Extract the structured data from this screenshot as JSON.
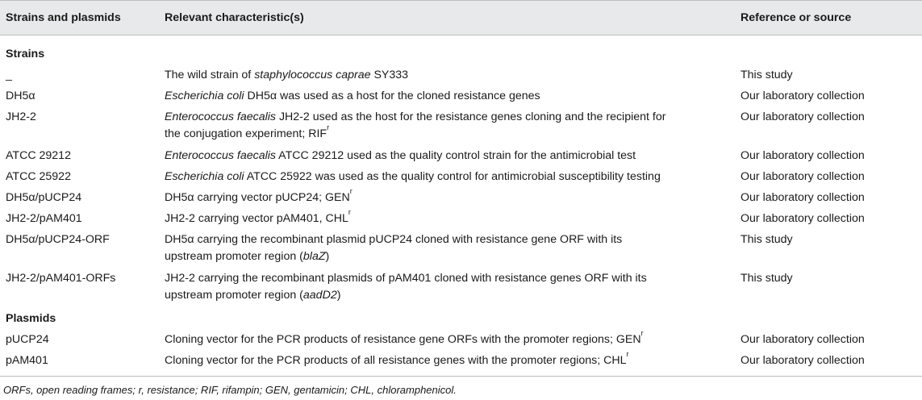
{
  "header": {
    "col1": "Strains and plasmids",
    "col2": "Relevant characteristic(s)",
    "col3": "Reference or source"
  },
  "sections": {
    "strains": "Strains",
    "plasmids": "Plasmids"
  },
  "rows": [
    {
      "name": "_",
      "desc_pre": "The wild strain of ",
      "desc_ital": "staphylococcus caprae",
      "desc_post": " SY333",
      "source": "This study"
    },
    {
      "name": "DH5α",
      "desc_ital": "Escherichia coli",
      "desc_post": " DH5α was used as a host for the cloned resistance genes",
      "source": "Our laboratory collection"
    },
    {
      "name": "JH2-2",
      "desc_ital": "Enterococcus faecalis",
      "desc_post": " JH2-2 used as the host for the resistance genes cloning and the recipient for",
      "desc_line2": "the conjugation experiment; RIF",
      "desc_line2_sup": "r",
      "source": "Our laboratory collection"
    },
    {
      "name": "ATCC 29212",
      "desc_ital": "Enterococcus faecalis",
      "desc_post": " ATCC 29212 used as the quality control strain for the antimicrobial test",
      "source": "Our laboratory collection"
    },
    {
      "name": "ATCC 25922",
      "desc_ital": "Escherichia coli",
      "desc_post": " ATCC 25922 was used as the quality control for antimicrobial susceptibility testing",
      "source": "Our laboratory collection"
    },
    {
      "name": "DH5α/pUCP24",
      "desc_pre": "DH5α carrying vector pUCP24; GEN",
      "desc_sup": "r",
      "source": "Our laboratory collection"
    },
    {
      "name": "JH2-2/pAM401",
      "desc_pre": "JH2-2 carrying vector pAM401, CHL",
      "desc_sup": "r",
      "source": "Our laboratory collection"
    },
    {
      "name": "DH5α/pUCP24-ORF",
      "desc_pre": "DH5α carrying the recombinant plasmid pUCP24 cloned with resistance gene ORF with its",
      "desc_line2": "upstream promoter region (",
      "desc_line2_ital": "blaZ",
      "desc_line2_post": ")",
      "source": "This study"
    },
    {
      "name": "JH2-2/pAM401-ORFs",
      "desc_pre": "JH2-2 carrying the recombinant plasmids of pAM401 cloned with resistance genes ORF with its",
      "desc_line2": "upstream promoter region (",
      "desc_line2_ital": "aadD2",
      "desc_line2_post": ")",
      "source": "This study"
    },
    {
      "name": "pUCP24",
      "desc_pre": "Cloning vector for the PCR products of resistance gene ORFs with the promoter regions; GEN",
      "desc_sup": "r",
      "source": "Our laboratory collection"
    },
    {
      "name": "pAM401",
      "desc_pre": "Cloning vector for the PCR products of all resistance genes with the promoter regions; CHL",
      "desc_sup": "r",
      "source": "Our laboratory collection"
    }
  ],
  "footnote": "ORFs, open reading frames; r, resistance; RIF, rifampin; GEN, gentamicin; CHL, chloramphenicol."
}
